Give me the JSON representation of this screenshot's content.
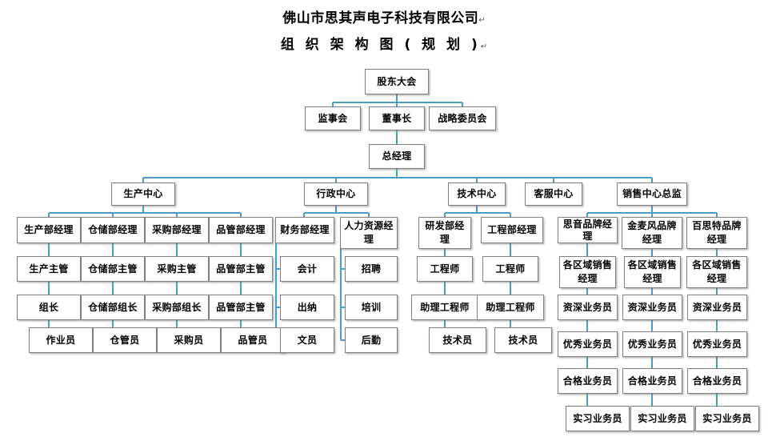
{
  "title": {
    "line1": "佛山市思其声电子科技有限公司",
    "line1_mark": "↵",
    "line2": "组 织 架 构 图 ( 规 划 )",
    "line2_mark": "↵"
  },
  "colors": {
    "connector": "#4a9cc4",
    "box_border": "#808080",
    "box_fill": "#ffffff",
    "text": "#000000",
    "background": "#ffffff"
  },
  "nodes": {
    "shareholders_meeting": "股东大会",
    "supervisory_board": "监事会",
    "chairman": "董事长",
    "strategy_committee": "战略委员会",
    "general_manager": "总经理",
    "production_center": "生产中心",
    "admin_center": "行政中心",
    "tech_center": "技术中心",
    "service_center": "客服中心",
    "sales_center": "销售中心总监",
    "prod_mgr": "生产部经理",
    "prod_sup": "生产主管",
    "prod_lead": "组长",
    "prod_op": "作业员",
    "wh_mgr": "仓储部经理",
    "wh_sup": "仓储部主管",
    "wh_lead": "仓储部组长",
    "wh_op": "仓管员",
    "pur_mgr": "采购部经理",
    "pur_sup": "采购主管",
    "pur_lead": "采购部组长",
    "pur_op": "采购员",
    "qc_mgr": "品管部经理",
    "qc_sup": "品管部主管",
    "qc_lead": "品管部主管",
    "qc_op": "品管员",
    "fin_mgr": "财务部经理",
    "fin_acct": "会计",
    "fin_cash": "出纳",
    "fin_clerk": "文员",
    "hr_mgr": "人力资源经理",
    "hr_recruit": "招聘",
    "hr_train": "培训",
    "hr_logistics": "后勤",
    "rd_mgr": "研发部经理",
    "rd_eng": "工程师",
    "rd_asst": "助理工程师",
    "rd_tech": "技术员",
    "eng_mgr": "工程部经理",
    "eng_eng": "工程师",
    "eng_asst": "助理工程师",
    "eng_tech": "技术员",
    "brand1_mgr": "思音品牌经理",
    "brand1_region": "各区域销售经理",
    "brand1_senior": "资深业务员",
    "brand1_excellent": "优秀业务员",
    "brand1_qualified": "合格业务员",
    "brand1_intern": "实习业务员",
    "brand2_mgr": "金麦风品牌经理",
    "brand2_region": "各区域销售经理",
    "brand2_senior": "资深业务员",
    "brand2_excellent": "优秀业务员",
    "brand2_qualified": "合格业务员",
    "brand2_intern": "实习业务员",
    "brand3_mgr": "百思特品牌经理",
    "brand3_region": "各区域销售经理",
    "brand3_senior": "资深业务员",
    "brand3_excellent": "优秀业务员",
    "brand3_qualified": "合格业务员",
    "brand3_intern": "实习业务员"
  }
}
